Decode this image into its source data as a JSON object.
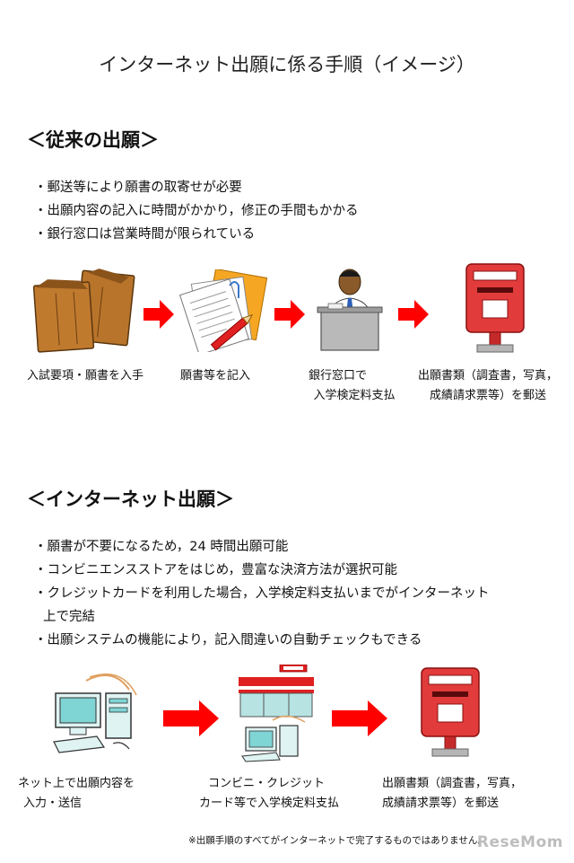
{
  "title": "インターネット出願に係る手順（イメージ）",
  "traditional": {
    "heading": "＜従来の出願＞",
    "bullets": [
      "・郵送等により願書の取寄せが必要",
      "・出願内容の記入に時間がかかり，修正の手間もかかる",
      "・銀行窓口は営業時間が限られている"
    ],
    "steps": [
      {
        "caption_lines": [
          "入試要項・願書を入手"
        ],
        "icon": "envelopes-icon"
      },
      {
        "caption_lines": [
          "願書等を記入"
        ],
        "icon": "documents-pencil-icon"
      },
      {
        "caption_lines": [
          "銀行窓口で",
          "入学検定料支払"
        ],
        "icon": "bank-teller-icon"
      },
      {
        "caption_lines": [
          "出願書類（調査書，写真，",
          "成績請求票等）を郵送"
        ],
        "icon": "mailbox-icon"
      }
    ]
  },
  "internet": {
    "heading": "＜インターネット出願＞",
    "bullets": [
      "・願書が不要になるため，24 時間出願可能",
      "・コンビニエンスストアをはじめ，豊富な決済方法が選択可能",
      "・クレジットカードを利用した場合，入学検定料支払いまでがインターネット",
      "上で完結",
      "・出願システムの機能により，記入間違いの自動チェックもできる"
    ],
    "steps": [
      {
        "caption_lines": [
          "ネット上で出願内容を",
          "入力・送信"
        ],
        "icon": "computer-icon"
      },
      {
        "caption_lines": [
          "コンビニ・クレジット",
          "カード等で入学検定料支払"
        ],
        "icon": "convenience-store-icon"
      },
      {
        "caption_lines": [
          "出願書類（調査書，写真，",
          "成績請求票等）を郵送"
        ],
        "icon": "mailbox-icon"
      }
    ]
  },
  "footnote": "※出願手順のすべてがインターネットで完了するものではありません。",
  "logo_text": "ReseMom",
  "colors": {
    "arrow": "#ff0000",
    "mailbox": "#e23b3b",
    "envelope": "#b8742a"
  }
}
